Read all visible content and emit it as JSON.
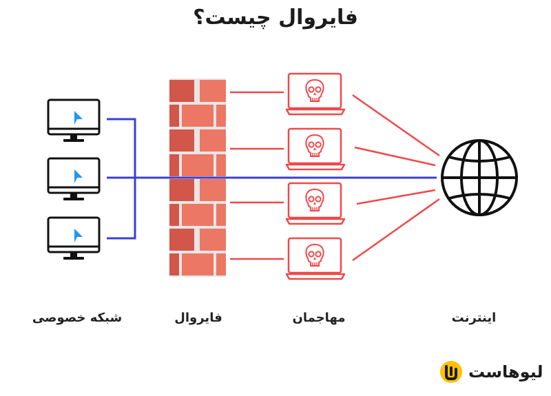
{
  "title": "فایروال چیست؟",
  "labels": {
    "private_network": "شبکه خصوصی",
    "firewall": "فایروال",
    "attackers": "مهاجمان",
    "internet": "اینترنت"
  },
  "brand": {
    "name": "لیوهاست"
  },
  "colors": {
    "network_line": "#3a3fd6",
    "attack_line": "#f04848",
    "brick_dark": "#d2564a",
    "brick_light": "#ec7765",
    "mortar": "#e9e5e5",
    "monitor_cursor": "#2196f3",
    "brand_yellow": "#ffc107"
  },
  "icons": {
    "computer": "monitor-with-cursor-icon",
    "attacker": "laptop-with-skull-icon",
    "internet": "globe-icon",
    "brand": "brand-logo-icon"
  }
}
